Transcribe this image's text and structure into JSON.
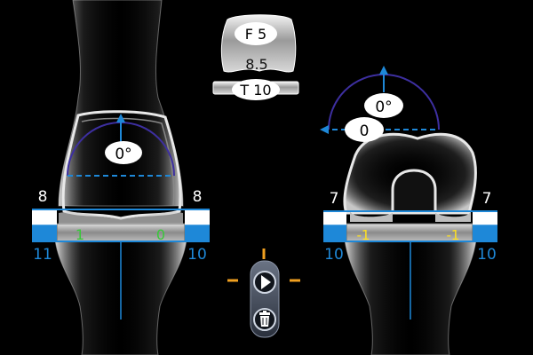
{
  "colors": {
    "background": "#000000",
    "blue": "#1e88d8",
    "navy_arc": "#3d2fa0",
    "green": "#39c83a",
    "yellow": "#ffe020",
    "orange": "#f0a020",
    "white": "#ffffff"
  },
  "implant": {
    "femur_label": "F 5",
    "thickness_label": "8.5",
    "tibia_label": "T 10"
  },
  "left_view": {
    "rotation_label": "0°",
    "gap_left_top": "8",
    "gap_right_top": "8",
    "gap_left_inner": "1",
    "gap_right_inner": "0",
    "gap_left_bottom": "11",
    "gap_right_bottom": "10"
  },
  "right_view": {
    "rotation_label_top": "0°",
    "rotation_label_side": "0",
    "gap_left_top": "7",
    "gap_right_top": "7",
    "gap_left_inner": "-1",
    "gap_right_inner": "-1",
    "gap_left_bottom": "10",
    "gap_right_bottom": "10"
  },
  "controls": {
    "play_icon": "play-icon",
    "trash_icon": "trash-icon"
  }
}
